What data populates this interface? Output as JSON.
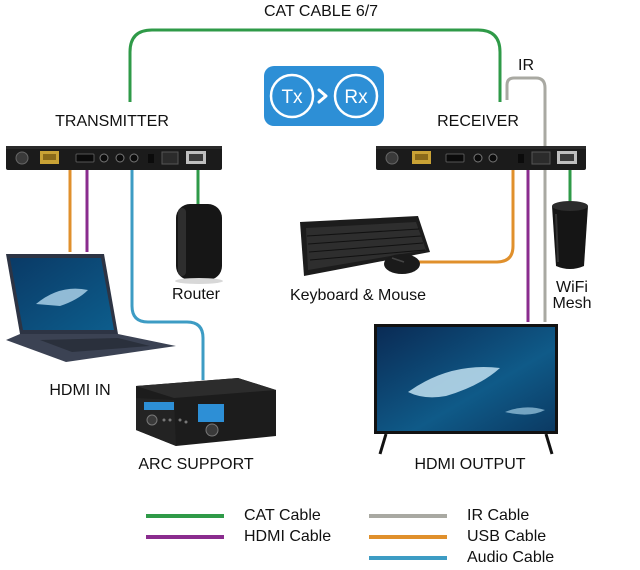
{
  "diagram": {
    "top_label": "CAT CABLE 6/7",
    "ir_label": "IR",
    "badge": {
      "tx": "Tx",
      "rx": "Rx",
      "arrow": "›"
    },
    "transmitter_label": "TRANSMITTER",
    "receiver_label": "RECEIVER",
    "devices": {
      "router": "Router",
      "keyboard_mouse": "Keyboard & Mouse",
      "wifi_line1": "WiFi",
      "wifi_line2": "Mesh",
      "hdmi_in": "HDMI IN",
      "arc_support": "ARC SUPPORT",
      "hdmi_output": "HDMI OUTPUT"
    },
    "colors": {
      "cat": "#2f9a48",
      "hdmi": "#8a2c8e",
      "ir": "#a9a9a2",
      "usb": "#e0902c",
      "audio": "#3d9cc4",
      "badge_bg": "#2d8fd6"
    }
  },
  "legend": [
    {
      "label": "CAT Cable",
      "color": "#2f9a48"
    },
    {
      "label": "HDMI Cable",
      "color": "#8a2c8e"
    },
    {
      "label": "IR Cable",
      "color": "#a9a9a2"
    },
    {
      "label": "USB Cable",
      "color": "#e0902c"
    },
    {
      "label": "Audio Cable",
      "color": "#3d9cc4"
    }
  ]
}
